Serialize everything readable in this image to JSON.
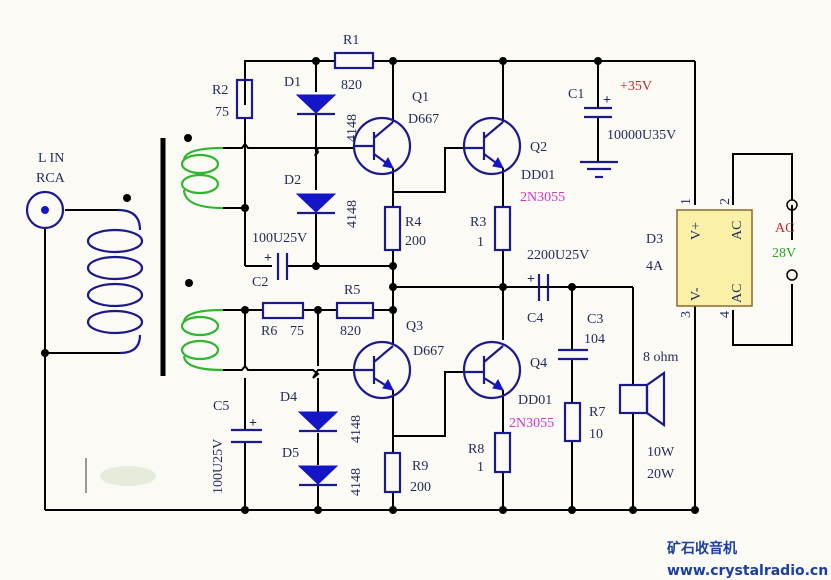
{
  "title": "Hi-Fi Class AB Amplifier Schematic",
  "colors": {
    "wire": "#000000",
    "component": "#1a1a8c",
    "component_fill": "#1515c8",
    "secondary_coil": "#2fb52f",
    "supply_label": "#c0282c",
    "ac_label_volt": "#2aa52a",
    "part_number": "#d033c8",
    "bridge_fill": "#fbf0a8",
    "background": "#fcfaf5"
  },
  "input": {
    "line1": "L IN",
    "line2": "RCA"
  },
  "supply": {
    "voltage": "+35V"
  },
  "ac_input": {
    "label": "AC",
    "voltage": "28V"
  },
  "components": {
    "R1": {
      "ref": "R1",
      "value": "820"
    },
    "R2": {
      "ref": "R2",
      "value": "75"
    },
    "R3": {
      "ref": "R3",
      "value": "1"
    },
    "R4": {
      "ref": "R4",
      "value": "200"
    },
    "R5": {
      "ref": "R5",
      "value": "820"
    },
    "R6": {
      "ref": "R6",
      "value": "75"
    },
    "R7": {
      "ref": "R7",
      "value": "10"
    },
    "R8": {
      "ref": "R8",
      "value": "1"
    },
    "R9": {
      "ref": "R9",
      "value": "200"
    },
    "C1": {
      "ref": "C1",
      "value": "10000U35V"
    },
    "C2": {
      "ref": "C2",
      "value": "100U25V"
    },
    "C3": {
      "ref": "C3",
      "value": "104"
    },
    "C4": {
      "ref": "C4",
      "value": "2200U25V"
    },
    "C5": {
      "ref": "C5",
      "value": "100U25V"
    },
    "D1": {
      "ref": "D1",
      "value": "4148"
    },
    "D2": {
      "ref": "D2",
      "value": "4148"
    },
    "D4": {
      "ref": "D4",
      "value": "4148"
    },
    "D5": {
      "ref": "D5",
      "value": "4148"
    },
    "D3": {
      "ref": "D3",
      "value": "4A",
      "pins": [
        "1",
        "2",
        "3",
        "4"
      ],
      "pin_labels": [
        "V+",
        "AC",
        "V-",
        "AC"
      ]
    },
    "Q1": {
      "ref": "Q1",
      "value": "D667"
    },
    "Q2": {
      "ref": "Q2",
      "value": "DD01",
      "part": "2N3055"
    },
    "Q3": {
      "ref": "Q3",
      "value": "D667"
    },
    "Q4": {
      "ref": "Q4",
      "value": "DD01",
      "part": "2N3055"
    },
    "speaker": {
      "impedance": "8 ohm",
      "power1": "10W",
      "power2": "20W"
    }
  },
  "watermark": {
    "brand": "矿石收音机",
    "url": "www.crystalradio.cn"
  }
}
